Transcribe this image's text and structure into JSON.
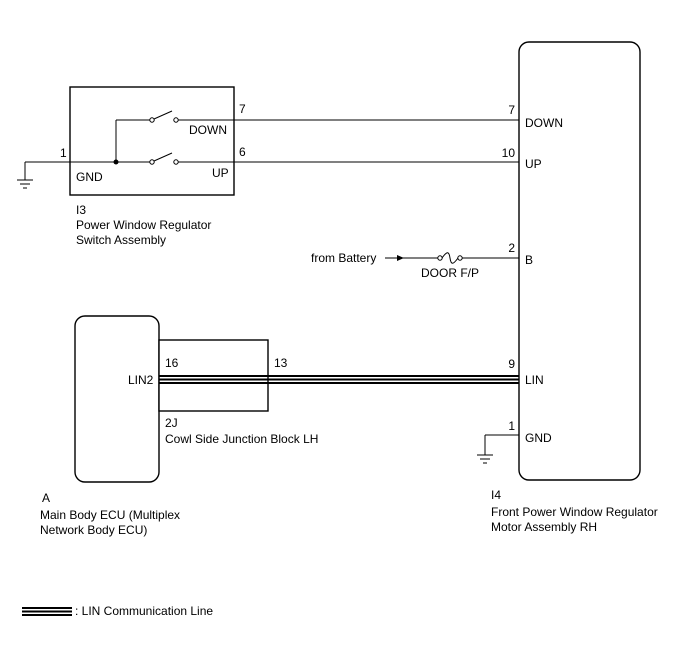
{
  "switch_assembly": {
    "code": "I3",
    "name_line1": "Power Window Regulator",
    "name_line2": "Switch Assembly",
    "pin_gnd_num": "1",
    "pin_gnd_label": "GND",
    "pin_down_num": "7",
    "pin_down_label": "DOWN",
    "pin_up_num": "6",
    "pin_up_label": "UP"
  },
  "motor_assembly": {
    "code": "I4",
    "name_line1": "Front Power Window Regulator",
    "name_line2": "Motor Assembly RH",
    "pin_down_num": "7",
    "pin_down_label": "DOWN",
    "pin_up_num": "10",
    "pin_up_label": "UP",
    "pin_b_num": "2",
    "pin_b_label": "B",
    "pin_lin_num": "9",
    "pin_lin_label": "LIN",
    "pin_gnd_num": "1",
    "pin_gnd_label": "GND"
  },
  "battery_feed": {
    "source_label": "from Battery",
    "fuse_label": "DOOR F/P"
  },
  "main_body_ecu": {
    "code": "A",
    "name_line1": "Main Body ECU (Multiplex",
    "name_line2": "Network Body ECU)",
    "pin_label": "LIN2"
  },
  "junction_block": {
    "code": "2J",
    "name": "Cowl Side Junction Block LH",
    "pin_in_num": "16",
    "pin_out_num": "13"
  },
  "legend": {
    "text": ": LIN Communication Line"
  }
}
